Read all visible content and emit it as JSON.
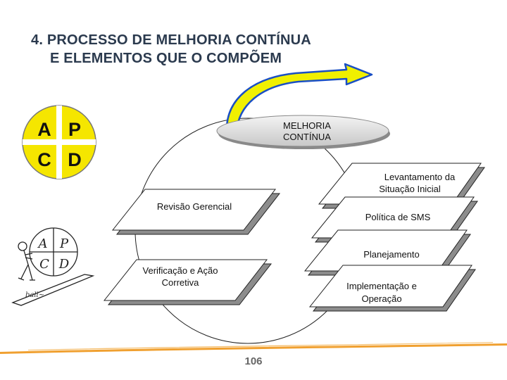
{
  "title": {
    "line1": "4. PROCESSO DE MELHORIA CONTÍNUA",
    "line2": "E ELEMENTOS QUE O COMPÕEM"
  },
  "pdca": {
    "a": "A",
    "p": "P",
    "c": "C",
    "d": "D",
    "fill_color": "#f5e600"
  },
  "ellipse": {
    "line1": "MELHORIA",
    "line2": "CONTÍNUA"
  },
  "steps": {
    "levantamento": [
      "Levantamento da",
      "Situação Inicial"
    ],
    "politica": [
      "Política de SMS"
    ],
    "planejamento": [
      "Planejamento"
    ],
    "implementacao": [
      "Implementação e",
      "Operação"
    ],
    "verificacao": [
      "Verificação e Ação",
      "Corretiva"
    ],
    "revisao": [
      "Revisão Gerencial"
    ]
  },
  "cartoon": {
    "letters": [
      "A",
      "P",
      "C",
      "D"
    ]
  },
  "page_number": "106",
  "colors": {
    "arrow_yellow": "#f0f000",
    "arrow_blue": "#1a4fc4",
    "title_text": "#2b3a4e",
    "bottom_stripe": "#f0a030"
  }
}
